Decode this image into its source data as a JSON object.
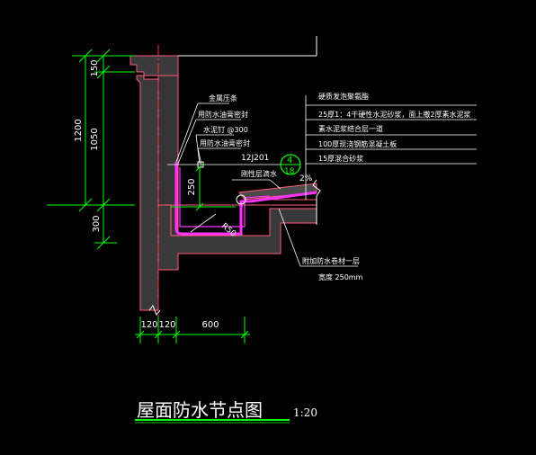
{
  "drawing": {
    "title": "屋面防水节点图",
    "scale": "1:20",
    "colors": {
      "background": "#000000",
      "outline": "#ff5b7a",
      "wall_fill": "#3a3a3a",
      "dimension": "#00ff00",
      "leader": "#ffffff",
      "waterproof": "#ff33ff",
      "axis": "#ff3030"
    }
  },
  "labels": {
    "metal_clamp": "金属压条",
    "sealant_top": "用防水油膏密封",
    "nail": "水泥钉  @300",
    "sealant_bottom": "用防水油膏密封",
    "atlas_ref": "12J201",
    "index_top": "4",
    "index_bottom": "18",
    "parapet_drip": "刚性层滴水",
    "slope": "2%",
    "radius": "R50",
    "layer_title": "硬质发泡聚氨酯",
    "layer_1": "25厚1：4干硬性水泥砂浆，面上撒2厚素水泥浆",
    "layer_2": "素水泥浆结合层一道",
    "layer_3": "100厚现浇钢筋混凝土板",
    "layer_4": "15厚混合砂浆",
    "extra_layer": "附加防水卷材一层",
    "extra_width": "宽度  250mm"
  },
  "dimensions": {
    "v_150": "150",
    "v_1050": "1050",
    "v_1200": "1200",
    "v_300": "300",
    "v_250": "250",
    "h_120a": "120",
    "h_120b": "120",
    "h_600": "600"
  }
}
